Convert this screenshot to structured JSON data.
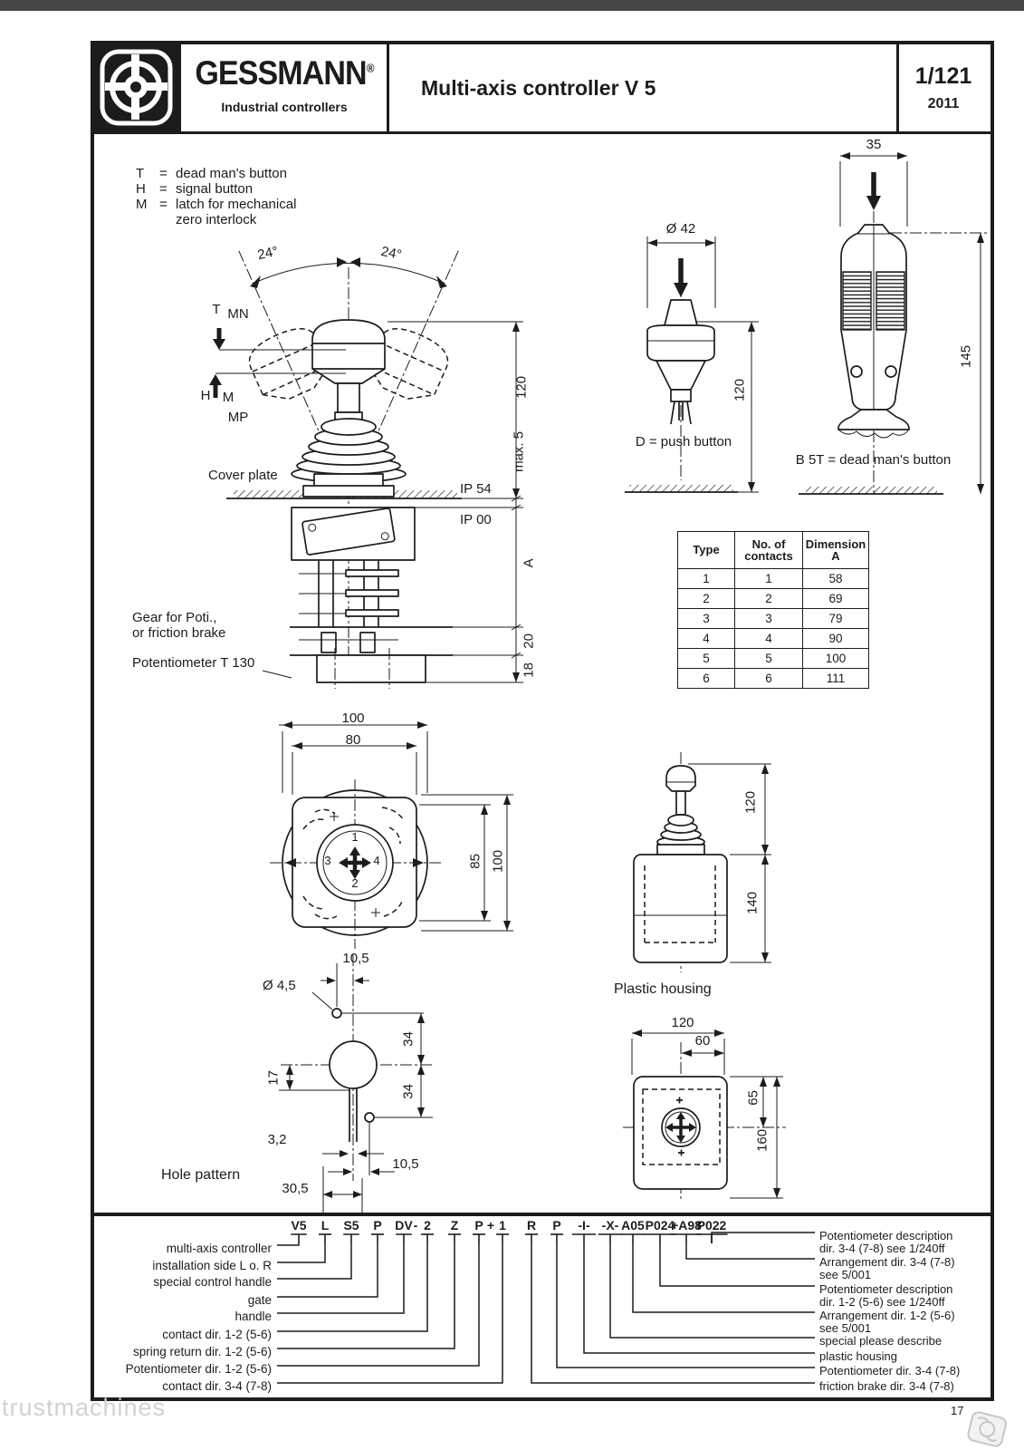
{
  "header": {
    "brand": "GESSMANN",
    "brand_reg": "®",
    "brand_sub": "Industrial controllers",
    "title": "Multi-axis controller V 5",
    "doc_ref": "1/121",
    "doc_year": "2011"
  },
  "legend": {
    "items": [
      {
        "k": "T",
        "eq": "=",
        "v": "dead man's button"
      },
      {
        "k": "H",
        "eq": "=",
        "v": "signal button"
      },
      {
        "k": "M",
        "eq": "=",
        "v": "latch for mechanical"
      },
      {
        "k": "",
        "eq": "",
        "v": "zero interlock"
      }
    ]
  },
  "main_view": {
    "angle_left": "24°",
    "angle_right": "24°",
    "t": "T",
    "mn": "MN",
    "h": "H",
    "m": "M",
    "mp": "MP",
    "cover_plate": "Cover plate",
    "ip_top": "IP 54",
    "ip_bottom": "IP 00",
    "dim_height": "120",
    "dim_plate": "max. 5",
    "dim_a": "A",
    "dim_gear": "20",
    "dim_poti": "18",
    "gear_line1": "Gear for Poti.,",
    "gear_line2": "or friction brake",
    "poti_label": "Potentiometer T 130"
  },
  "push_button_view": {
    "dim_dia": "Ø 42",
    "dim_height": "120",
    "caption": "D = push button"
  },
  "dead_man_view": {
    "dim_width": "35",
    "dim_height": "145",
    "caption": "B 5T = dead man's button"
  },
  "contacts_table": {
    "col1": "Type",
    "col2_l1": "No. of",
    "col2_l2": "contacts",
    "col3_l1": "Dimension",
    "col3_l2": "A",
    "rows": [
      {
        "type": "1",
        "contacts": "1",
        "dim": "58"
      },
      {
        "type": "2",
        "contacts": "2",
        "dim": "69"
      },
      {
        "type": "3",
        "contacts": "3",
        "dim": "79"
      },
      {
        "type": "4",
        "contacts": "4",
        "dim": "90"
      },
      {
        "type": "5",
        "contacts": "5",
        "dim": "100"
      },
      {
        "type": "6",
        "contacts": "6",
        "dim": "111"
      }
    ]
  },
  "flange_view": {
    "dim_w_outer": "100",
    "dim_w_inner": "80",
    "dim_h_inner": "85",
    "dim_h_outer": "100",
    "dir_up": "1",
    "dir_down": "2",
    "dir_left": "3",
    "dir_right": "4"
  },
  "housing_side_view": {
    "dim_stick": "120",
    "dim_body": "140",
    "caption": "Plastic housing"
  },
  "hole_pattern_view": {
    "caption": "Hole pattern",
    "dim_dia": "Ø 4,5",
    "dim_offset_top": "10,5",
    "dim_upper": "34",
    "dim_lower": "34",
    "dim_left": "17",
    "dim_slot": "3,2",
    "dim_offset_bottom": "10,5",
    "dim_width": "30,5"
  },
  "housing_top_view": {
    "dim_w_outer": "120",
    "dim_w_half": "60",
    "dim_h_half": "65",
    "dim_h_outer": "160"
  },
  "order_code": {
    "codes": [
      "V5",
      "L",
      "S5",
      "P",
      "DV",
      "-",
      "2",
      "Z",
      "P",
      "+",
      "1",
      "R",
      "P",
      "-I-",
      "-X-",
      "A05",
      "P024",
      "+A98",
      "P022"
    ],
    "left_labels": [
      "multi-axis controller",
      "installation side L o. R",
      "special control handle",
      "gate",
      "handle",
      "contact dir. 1-2 (5-6)",
      "spring return dir. 1-2 (5-6)",
      "Potentiometer dir. 1-2 (5-6)",
      "contact dir. 3-4 (7-8)"
    ],
    "right_labels": [
      {
        "l1": "Potentiometer description",
        "l2": "dir. 3-4 (7-8) see 1/240ff"
      },
      {
        "l1": "Arrangement dir. 3-4 (7-8)",
        "l2": "see 5/001"
      },
      {
        "l1": "Potentiometer description",
        "l2": "dir. 1-2 (5-6) see 1/240ff"
      },
      {
        "l1": "Arrangement dir. 1-2 (5-6)",
        "l2": "see 5/001"
      },
      {
        "l1": "special please describe",
        "l2": ""
      },
      {
        "l1": "plastic housing",
        "l2": ""
      },
      {
        "l1": "Potentiometer dir. 3-4 (7-8)",
        "l2": ""
      },
      {
        "l1": "friction brake dir. 3-4 (7-8)",
        "l2": ""
      }
    ]
  },
  "footer": {
    "page_number": "17",
    "watermark": "trustmachines"
  },
  "colors": {
    "ink": "#1c1c1c",
    "paper": "#ffffff",
    "scan_band": "#474747",
    "watermark": "#d2d2d2"
  }
}
